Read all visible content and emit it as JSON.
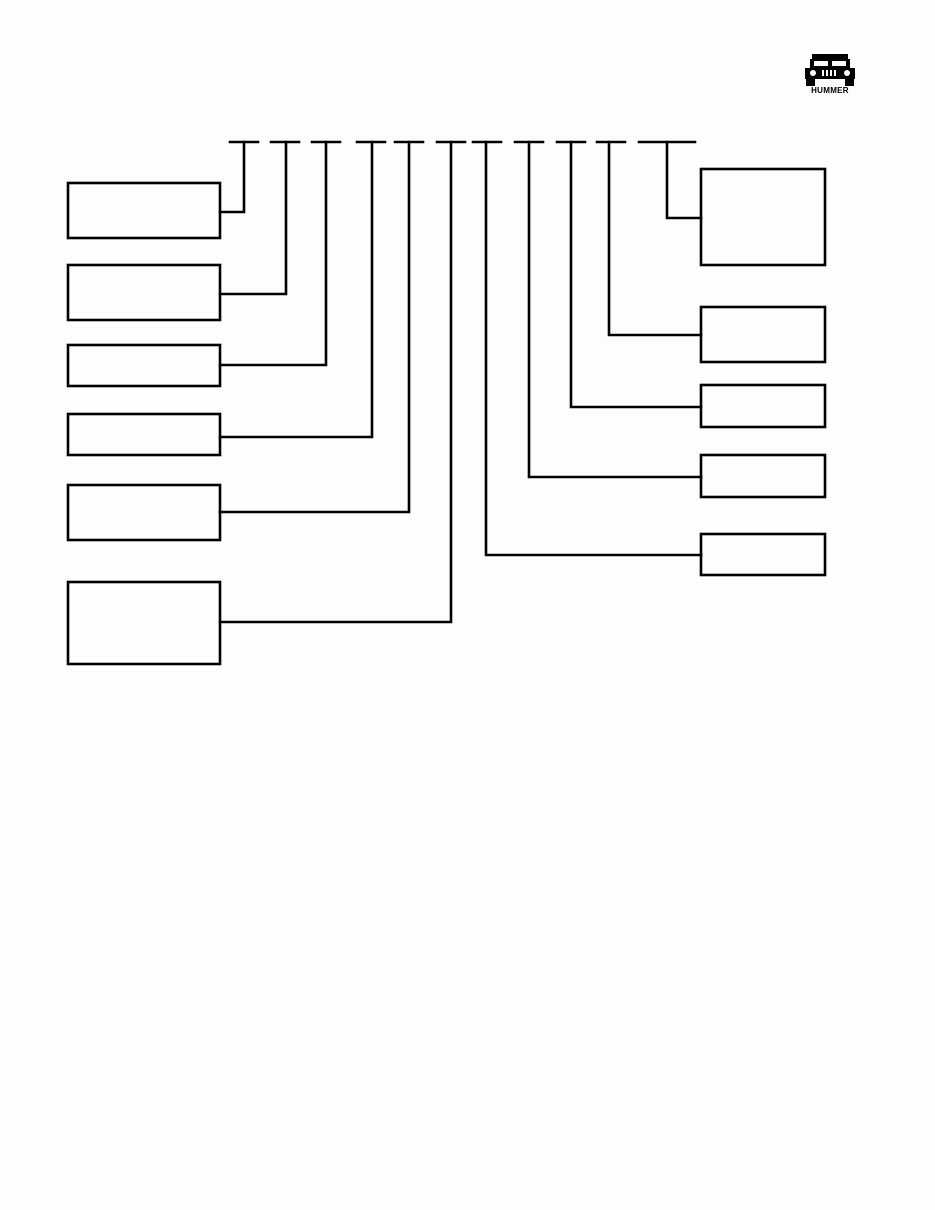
{
  "logo": {
    "text": "HUMMER",
    "icon": "hummer-vehicle-icon"
  },
  "colors": {
    "stroke": "#000000",
    "background": "#fdfdfd"
  },
  "diagram": {
    "digit_positions": 11,
    "left_boxes": 6,
    "right_boxes": 5
  }
}
